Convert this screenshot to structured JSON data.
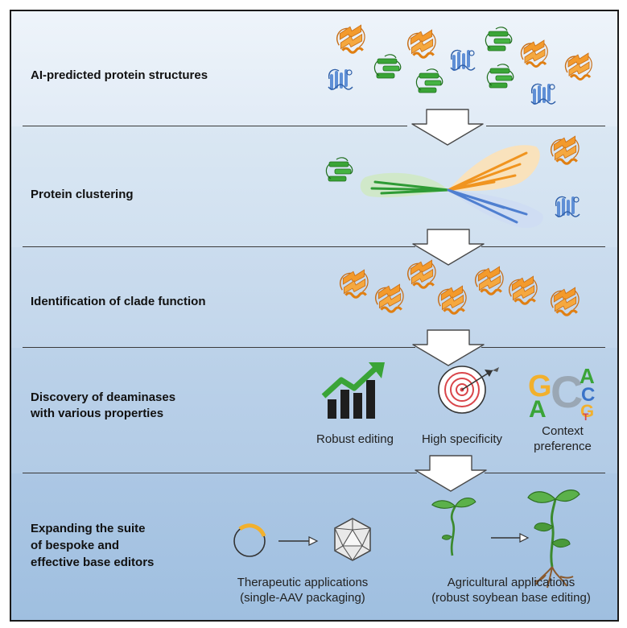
{
  "stages": [
    {
      "label": "AI-predicted protein structures"
    },
    {
      "label": "Protein clustering"
    },
    {
      "label": "Identification of clade function"
    },
    {
      "label_line1": "Discovery of deaminases",
      "label_line2": "with various properties"
    },
    {
      "label_line1": "Expanding the suite",
      "label_line2": "of bespoke and",
      "label_line3": "effective base editors"
    }
  ],
  "properties": {
    "robust": "Robust editing",
    "specificity": "High specificity",
    "context_line1": "Context",
    "context_line2": "preference",
    "logo_letters": [
      "G",
      "C",
      "A",
      "A",
      "C",
      "G",
      "T"
    ]
  },
  "applications": {
    "therapeutic_line1": "Therapeutic applications",
    "therapeutic_line2": "(single-AAV packaging)",
    "agricultural_line1": "Agricultural applications",
    "agricultural_line2": "(robust soybean base editing)"
  },
  "colors": {
    "orange": "#f39a2c",
    "green": "#3aa437",
    "blue": "#5f8fd6",
    "band1": "#e6eff8",
    "band2": "#d3e2f1",
    "band3": "#c6d9ec",
    "band4": "#b9d0e8",
    "band5": "#a6c4e3"
  }
}
